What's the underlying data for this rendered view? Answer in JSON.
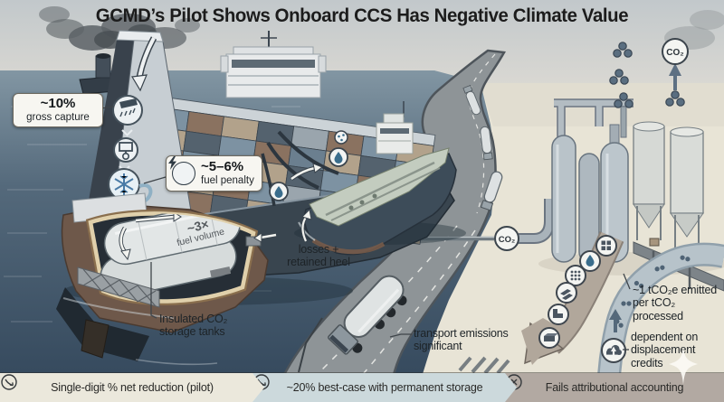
{
  "title": "GCMD’s Pilot Shows Onboard CCS Has Negative Climate Value",
  "ship": {
    "gross_capture": {
      "value": "~10%",
      "label": "gross capture"
    },
    "fuel_penalty": {
      "value": "~5–6%",
      "label": "fuel penalty"
    },
    "fuel_volume": {
      "value": "~3×",
      "label": "fuel volume"
    },
    "storage_tanks": {
      "line1": "Insulated CO₂",
      "line2": "storage tanks"
    },
    "losses": {
      "line1": "losses +",
      "line2": "retained heel"
    }
  },
  "transport": {
    "co2_badge": "CO₂",
    "emissions": {
      "line1": "transport emissions",
      "line2": "significant"
    }
  },
  "plant": {
    "co2_badge": "CO₂",
    "emitted": {
      "line1": "~1 tCO₂e emitted",
      "line2": "per tCO₂ processed"
    },
    "credits": {
      "line1": "dependent on",
      "line2": "displacement credits"
    }
  },
  "footer": {
    "items": [
      {
        "icon": "trend-down-icon",
        "label": "Single-digit % net reduction (pilot)",
        "style": "background:#ebe8dc"
      },
      {
        "icon": "trend-down-icon",
        "label": "~20% best-case with permanent storage",
        "style": "background:#ccd9dc"
      },
      {
        "icon": "cross-icon",
        "label": "Fails attributional accounting",
        "style": "background:#b2a9a2"
      }
    ]
  },
  "icons": {
    "capture_stage": "scrubber-icon",
    "compression_stage": "compressor-icon",
    "liquefaction_stage": "snowflake-icon",
    "fuel_penalty": "lightning-icon",
    "transfer": "droplet-icon",
    "credits": "cloud-up-icon"
  },
  "colors": {
    "sky": "#c8cdd0",
    "sea": "#4e6375",
    "land": "#e8e4d7",
    "footer_1": "#ebe8dc",
    "footer_2": "#ccd9dc",
    "footer_3": "#b2a9a2",
    "title_text": "#1c1c1c"
  }
}
